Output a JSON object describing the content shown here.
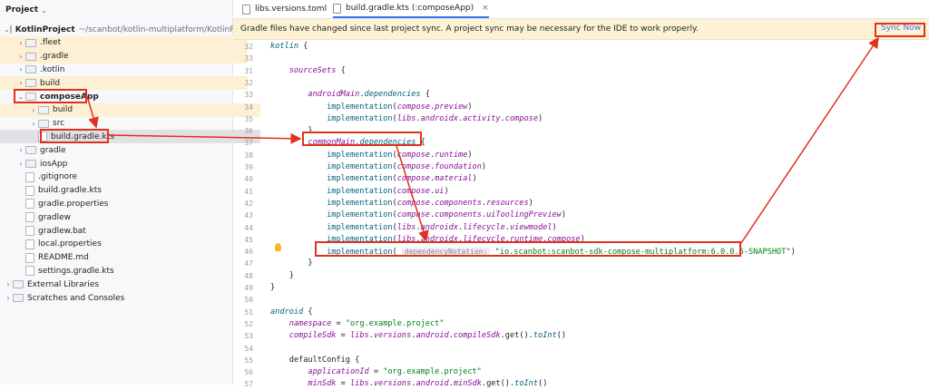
{
  "project_panel": {
    "title": "Project",
    "rows": [
      {
        "label": "KotlinProject",
        "path": "~/scanbot/kotlin-multiplatform/KotlinProject",
        "depth": 0,
        "exp": "v",
        "kind": "folder",
        "bold": true,
        "hl": false,
        "sel": false
      },
      {
        "label": ".fleet",
        "path": "",
        "depth": 1,
        "exp": ">",
        "kind": "folder",
        "bold": false,
        "hl": true,
        "sel": false
      },
      {
        "label": ".gradle",
        "path": "",
        "depth": 1,
        "exp": ">",
        "kind": "folder",
        "bold": false,
        "hl": true,
        "sel": false
      },
      {
        "label": ".kotlin",
        "path": "",
        "depth": 1,
        "exp": ">",
        "kind": "folder",
        "bold": false,
        "hl": false,
        "sel": false
      },
      {
        "label": "build",
        "path": "",
        "depth": 1,
        "exp": ">",
        "kind": "folder",
        "bold": false,
        "hl": true,
        "sel": false
      },
      {
        "label": "composeApp",
        "path": "",
        "depth": 1,
        "exp": "v",
        "kind": "folder",
        "bold": true,
        "hl": false,
        "sel": false
      },
      {
        "label": "build",
        "path": "",
        "depth": 2,
        "exp": ">",
        "kind": "folder",
        "bold": false,
        "hl": true,
        "sel": false
      },
      {
        "label": "src",
        "path": "",
        "depth": 2,
        "exp": ">",
        "kind": "folder",
        "bold": false,
        "hl": false,
        "sel": false
      },
      {
        "label": "build.gradle.kts",
        "path": "",
        "depth": 2,
        "exp": "",
        "kind": "file",
        "bold": false,
        "hl": false,
        "sel": true
      },
      {
        "label": "gradle",
        "path": "",
        "depth": 1,
        "exp": ">",
        "kind": "folder",
        "bold": false,
        "hl": false,
        "sel": false
      },
      {
        "label": "iosApp",
        "path": "",
        "depth": 1,
        "exp": ">",
        "kind": "folder",
        "bold": false,
        "hl": false,
        "sel": false
      },
      {
        "label": ".gitignore",
        "path": "",
        "depth": 1,
        "exp": "",
        "kind": "file",
        "bold": false,
        "hl": false,
        "sel": false
      },
      {
        "label": "build.gradle.kts",
        "path": "",
        "depth": 1,
        "exp": "",
        "kind": "file",
        "bold": false,
        "hl": false,
        "sel": false
      },
      {
        "label": "gradle.properties",
        "path": "",
        "depth": 1,
        "exp": "",
        "kind": "file",
        "bold": false,
        "hl": false,
        "sel": false
      },
      {
        "label": "gradlew",
        "path": "",
        "depth": 1,
        "exp": "",
        "kind": "file",
        "bold": false,
        "hl": false,
        "sel": false
      },
      {
        "label": "gradlew.bat",
        "path": "",
        "depth": 1,
        "exp": "",
        "kind": "file",
        "bold": false,
        "hl": false,
        "sel": false
      },
      {
        "label": "local.properties",
        "path": "",
        "depth": 1,
        "exp": "",
        "kind": "file",
        "bold": false,
        "hl": false,
        "sel": false
      },
      {
        "label": "README.md",
        "path": "",
        "depth": 1,
        "exp": "",
        "kind": "file",
        "bold": false,
        "hl": false,
        "sel": false
      },
      {
        "label": "settings.gradle.kts",
        "path": "",
        "depth": 1,
        "exp": "",
        "kind": "file",
        "bold": false,
        "hl": false,
        "sel": false
      },
      {
        "label": "External Libraries",
        "path": "",
        "depth": 0,
        "exp": ">",
        "kind": "folder",
        "bold": false,
        "hl": false,
        "sel": false
      },
      {
        "label": "Scratches and Consoles",
        "path": "",
        "depth": 0,
        "exp": ">",
        "kind": "folder",
        "bold": false,
        "hl": false,
        "sel": false
      }
    ]
  },
  "tabs": [
    {
      "label": "libs.versions.toml",
      "active": false
    },
    {
      "label": "build.gradle.kts (:composeApp)",
      "active": true
    }
  ],
  "banner": {
    "message": "Gradle files have changed since last project sync. A project sync may be necessary for the IDE to work properly.",
    "sync_label": "Sync Now"
  },
  "code": [
    {
      "n": "32",
      "segs": [
        [
          "kotlin",
          "ext"
        ],
        [
          " {",
          ""
        ]
      ]
    },
    {
      "n": "33",
      "segs": []
    },
    {
      "n": "31",
      "segs": [
        [
          "    ",
          ""
        ],
        [
          "sourceSets",
          "prop"
        ],
        [
          " {",
          ""
        ]
      ]
    },
    {
      "n": "32",
      "segs": []
    },
    {
      "n": "33",
      "segs": [
        [
          "        ",
          ""
        ],
        [
          "androidMain",
          "prop"
        ],
        [
          ".",
          ""
        ],
        [
          "dependencies",
          "ext"
        ],
        [
          " {",
          ""
        ]
      ]
    },
    {
      "n": "34",
      "segs": [
        [
          "            ",
          ""
        ],
        [
          "implementation",
          "fn"
        ],
        [
          "(",
          ""
        ],
        [
          "compose",
          "prop"
        ],
        [
          ".",
          ""
        ],
        [
          "preview",
          "prop"
        ],
        [
          ")",
          ""
        ]
      ]
    },
    {
      "n": "35",
      "segs": [
        [
          "            ",
          ""
        ],
        [
          "implementation",
          "fn"
        ],
        [
          "(",
          ""
        ],
        [
          "libs",
          "prop"
        ],
        [
          ".",
          ""
        ],
        [
          "androidx",
          "prop"
        ],
        [
          ".",
          ""
        ],
        [
          "activity",
          "prop"
        ],
        [
          ".",
          ""
        ],
        [
          "compose",
          "prop"
        ],
        [
          ")",
          ""
        ]
      ]
    },
    {
      "n": "36",
      "segs": [
        [
          "        }",
          ""
        ]
      ]
    },
    {
      "n": "37",
      "segs": [
        [
          "        ",
          ""
        ],
        [
          "commonMain",
          "prop"
        ],
        [
          ".",
          ""
        ],
        [
          "dependencies",
          "ext"
        ],
        [
          " {",
          ""
        ]
      ]
    },
    {
      "n": "38",
      "segs": [
        [
          "            ",
          ""
        ],
        [
          "implementation",
          "fn"
        ],
        [
          "(",
          ""
        ],
        [
          "compose",
          "prop"
        ],
        [
          ".",
          ""
        ],
        [
          "runtime",
          "prop"
        ],
        [
          ")",
          ""
        ]
      ]
    },
    {
      "n": "39",
      "segs": [
        [
          "            ",
          ""
        ],
        [
          "implementation",
          "fn"
        ],
        [
          "(",
          ""
        ],
        [
          "compose",
          "prop"
        ],
        [
          ".",
          ""
        ],
        [
          "foundation",
          "prop"
        ],
        [
          ")",
          ""
        ]
      ]
    },
    {
      "n": "40",
      "segs": [
        [
          "            ",
          ""
        ],
        [
          "implementation",
          "fn"
        ],
        [
          "(",
          ""
        ],
        [
          "compose",
          "prop"
        ],
        [
          ".",
          ""
        ],
        [
          "material",
          "prop"
        ],
        [
          ")",
          ""
        ]
      ]
    },
    {
      "n": "41",
      "segs": [
        [
          "            ",
          ""
        ],
        [
          "implementation",
          "fn"
        ],
        [
          "(",
          ""
        ],
        [
          "compose",
          "prop"
        ],
        [
          ".",
          ""
        ],
        [
          "ui",
          "prop"
        ],
        [
          ")",
          ""
        ]
      ]
    },
    {
      "n": "42",
      "segs": [
        [
          "            ",
          ""
        ],
        [
          "implementation",
          "fn"
        ],
        [
          "(",
          ""
        ],
        [
          "compose",
          "prop"
        ],
        [
          ".",
          ""
        ],
        [
          "components",
          "prop"
        ],
        [
          ".",
          ""
        ],
        [
          "resources",
          "prop"
        ],
        [
          ")",
          ""
        ]
      ]
    },
    {
      "n": "43",
      "segs": [
        [
          "            ",
          ""
        ],
        [
          "implementation",
          "fn"
        ],
        [
          "(",
          ""
        ],
        [
          "compose",
          "prop"
        ],
        [
          ".",
          ""
        ],
        [
          "components",
          "prop"
        ],
        [
          ".",
          ""
        ],
        [
          "uiToolingPreview",
          "prop"
        ],
        [
          ")",
          ""
        ]
      ]
    },
    {
      "n": "44",
      "segs": [
        [
          "            ",
          ""
        ],
        [
          "implementation",
          "fn"
        ],
        [
          "(",
          ""
        ],
        [
          "libs",
          "prop"
        ],
        [
          ".",
          ""
        ],
        [
          "androidx",
          "prop"
        ],
        [
          ".",
          ""
        ],
        [
          "lifecycle",
          "prop"
        ],
        [
          ".",
          ""
        ],
        [
          "viewmodel",
          "prop"
        ],
        [
          ")",
          ""
        ]
      ]
    },
    {
      "n": "45",
      "segs": [
        [
          "            ",
          ""
        ],
        [
          "implementation",
          "fn"
        ],
        [
          "(",
          ""
        ],
        [
          "libs",
          "prop"
        ],
        [
          ".",
          ""
        ],
        [
          "androidx",
          "prop"
        ],
        [
          ".",
          ""
        ],
        [
          "lifecycle",
          "prop"
        ],
        [
          ".",
          ""
        ],
        [
          "runtime",
          "prop"
        ],
        [
          ".",
          ""
        ],
        [
          "compose",
          "prop"
        ],
        [
          ")",
          ""
        ]
      ]
    },
    {
      "n": "46",
      "segs": [
        [
          "            ",
          ""
        ],
        [
          "implementation",
          "fn"
        ],
        [
          "( ",
          ""
        ],
        [
          "dependencyNotation:",
          "hint"
        ],
        [
          " ",
          ""
        ],
        [
          "\"io.scanbot:scanbot-sdk-compose-multiplatform:6.0.0.5-SNAPSHOT\"",
          "str"
        ],
        [
          ")",
          ""
        ]
      ]
    },
    {
      "n": "47",
      "segs": [
        [
          "        }",
          ""
        ]
      ]
    },
    {
      "n": "48",
      "segs": [
        [
          "    }",
          ""
        ]
      ]
    },
    {
      "n": "49",
      "segs": [
        [
          "}",
          ""
        ]
      ]
    },
    {
      "n": "50",
      "segs": []
    },
    {
      "n": "51",
      "segs": [
        [
          "android",
          "ext"
        ],
        [
          " {",
          ""
        ]
      ]
    },
    {
      "n": "52",
      "segs": [
        [
          "    ",
          ""
        ],
        [
          "namespace",
          "prop"
        ],
        [
          " = ",
          ""
        ],
        [
          "\"org.example.project\"",
          "str"
        ]
      ]
    },
    {
      "n": "53",
      "segs": [
        [
          "    ",
          ""
        ],
        [
          "compileSdk",
          "prop"
        ],
        [
          " = ",
          ""
        ],
        [
          "libs",
          "prop"
        ],
        [
          ".",
          ""
        ],
        [
          "versions",
          "prop"
        ],
        [
          ".",
          ""
        ],
        [
          "android",
          "prop"
        ],
        [
          ".",
          ""
        ],
        [
          "compileSdk",
          "prop"
        ],
        [
          ".get().",
          ""
        ],
        [
          "toInt",
          "ext"
        ],
        [
          "()",
          ""
        ]
      ]
    },
    {
      "n": "54",
      "segs": []
    },
    {
      "n": "55",
      "segs": [
        [
          "    defaultConfig {",
          ""
        ]
      ]
    },
    {
      "n": "56",
      "segs": [
        [
          "        ",
          ""
        ],
        [
          "applicationId",
          "prop"
        ],
        [
          " = ",
          ""
        ],
        [
          "\"org.example.project\"",
          "str"
        ]
      ]
    },
    {
      "n": "57",
      "segs": [
        [
          "        ",
          ""
        ],
        [
          "minSdk",
          "prop"
        ],
        [
          " = ",
          ""
        ],
        [
          "libs",
          "prop"
        ],
        [
          ".",
          ""
        ],
        [
          "versions",
          "prop"
        ],
        [
          ".",
          ""
        ],
        [
          "android",
          "prop"
        ],
        [
          ".",
          ""
        ],
        [
          "minSdk",
          "prop"
        ],
        [
          ".get().",
          ""
        ],
        [
          "toInt",
          "ext"
        ],
        [
          "()",
          ""
        ]
      ]
    }
  ],
  "colors": {
    "annotation": "#e0301e",
    "accent": "#3574f0",
    "banner_bg": "#fdf2d3"
  }
}
